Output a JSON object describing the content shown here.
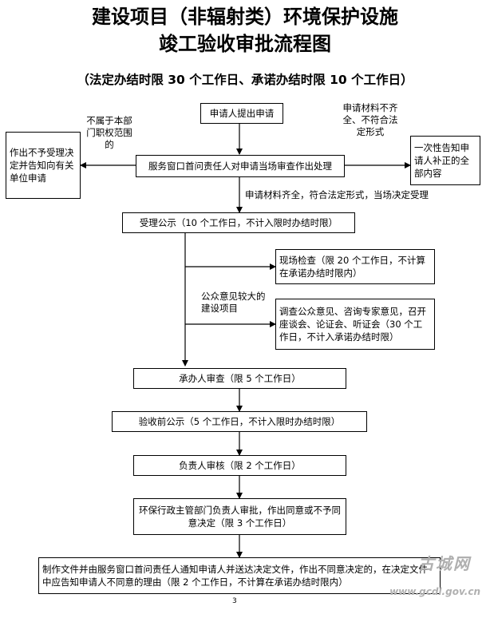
{
  "title_line1": "建设项目（非辐射类）环境保护设施",
  "title_line2": "竣工验收审批流程图",
  "subtitle": "（法定办结时限 30 个工作日、承诺办结时限 10 个工作日）",
  "nodes": {
    "apply": "申请人提出申请",
    "process": "服务窗口首问责任人对申请当场审查作出处理",
    "reject": "作出不予受理决定并告知向有关单位申请",
    "notify": "一次性告知申请人补正的全部内容",
    "accept": "受理公示（10 个工作日，不计入限时办结时限）",
    "inspect": "现场检查（限 20 个工作日，不计算在承诺办结时限内）",
    "survey": "调查公众意见、咨询专家意见，召开座谈会、论证会、听证会（30 个工作日，不计入承诺办结时限）",
    "review": "承办人审查（限 5 个工作日）",
    "prepublic": "验收前公示（5 个工作日，不计入限时办结时限）",
    "chief": "负责人审核（限 2 个工作日）",
    "approve": "环保行政主管部门负责人审批，作出同意或不予同意决定（限 3 个工作日）",
    "final": "制作文件并由服务窗口首问责任人通知申请人并送达决定文件，作出不同意决定的，在决定文件中应告知申请人不同意的理由（限 2 个工作日，不计算在承诺办结时限内）"
  },
  "labels": {
    "not_in_scope": "不属于本部门职权范围的",
    "incomplete": "申请材料不齐全、不符合法定形式",
    "complete": "申请材料齐全，符合法定形式，当场决定受理",
    "public_opinion": "公众意见较大的建设项目"
  },
  "page_number": "3",
  "watermark": {
    "logo": "古城网",
    "url": "www.gcdl.gov.cn"
  }
}
